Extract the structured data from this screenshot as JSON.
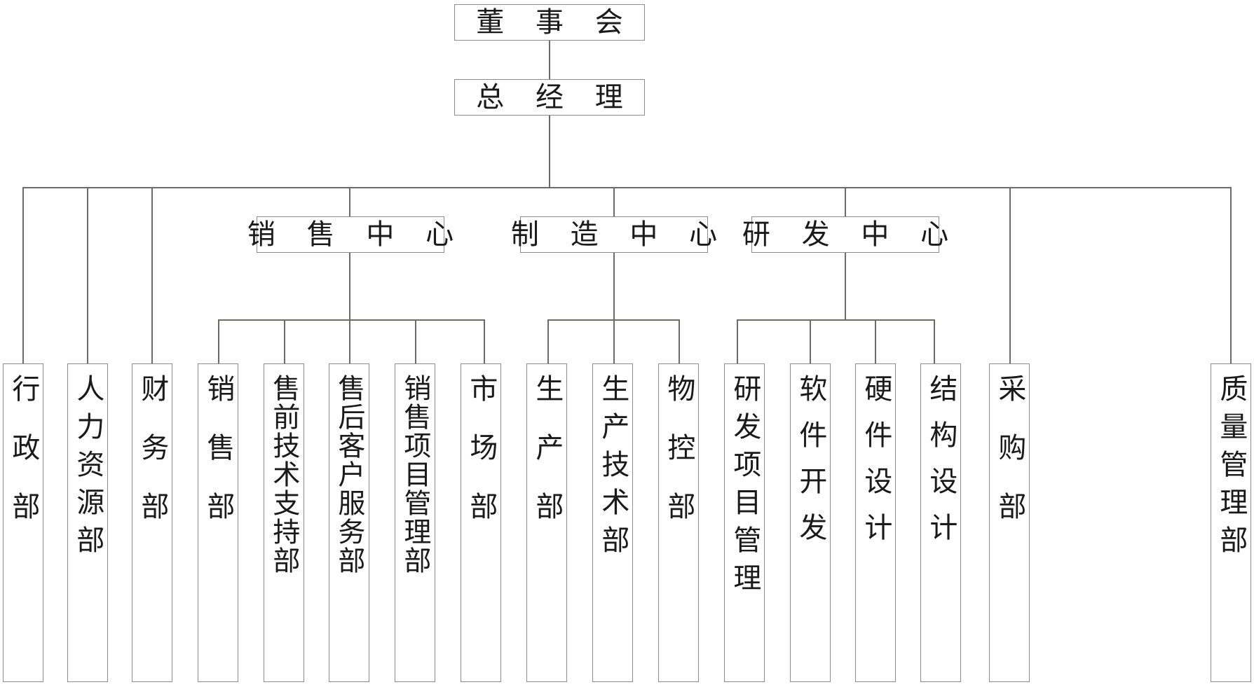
{
  "diagram": {
    "title_text": "",
    "line_color": "#6d6a68",
    "box_border_color": "#8d8d8d",
    "text_color": "#1a1a1a",
    "background": "#ffffff"
  },
  "levels": {
    "board": {
      "label": "董 事 会"
    },
    "gm": {
      "label": "总 经 理"
    },
    "centers": [
      {
        "id": "sales-center",
        "label": "销 售 中 心"
      },
      {
        "id": "manufacturing-center",
        "label": "制 造 中 心"
      },
      {
        "id": "rd-center",
        "label": "研 发 中 心"
      }
    ],
    "departments": [
      {
        "id": "admin",
        "label": "行政部",
        "parent": "gm"
      },
      {
        "id": "hr",
        "label": "人力资源部",
        "parent": "gm"
      },
      {
        "id": "finance",
        "label": "财务部",
        "parent": "gm"
      },
      {
        "id": "sales",
        "label": "销售部",
        "parent": "sales-center"
      },
      {
        "id": "presales-tech-support",
        "label": "售前技术支持部",
        "parent": "sales-center"
      },
      {
        "id": "aftersales-customer-service",
        "label": "售后客户服务部",
        "parent": "sales-center"
      },
      {
        "id": "sales-project-management",
        "label": "销售项目管理部",
        "parent": "sales-center"
      },
      {
        "id": "marketing",
        "label": "市场部",
        "parent": "sales-center"
      },
      {
        "id": "production",
        "label": "生产部",
        "parent": "manufacturing-center"
      },
      {
        "id": "production-technology",
        "label": "生产技术部",
        "parent": "manufacturing-center"
      },
      {
        "id": "material-control",
        "label": "物控部",
        "parent": "manufacturing-center"
      },
      {
        "id": "rd-project-management",
        "label": "研发项目管理",
        "parent": "rd-center"
      },
      {
        "id": "software-development",
        "label": "软件开发",
        "parent": "rd-center"
      },
      {
        "id": "hardware-design",
        "label": "硬件设计",
        "parent": "rd-center"
      },
      {
        "id": "structural-design",
        "label": "结构设计",
        "parent": "rd-center"
      },
      {
        "id": "purchasing",
        "label": "采购部",
        "parent": "gm"
      },
      {
        "id": "quality-management",
        "label": "质量管理部",
        "parent": "gm"
      }
    ]
  }
}
